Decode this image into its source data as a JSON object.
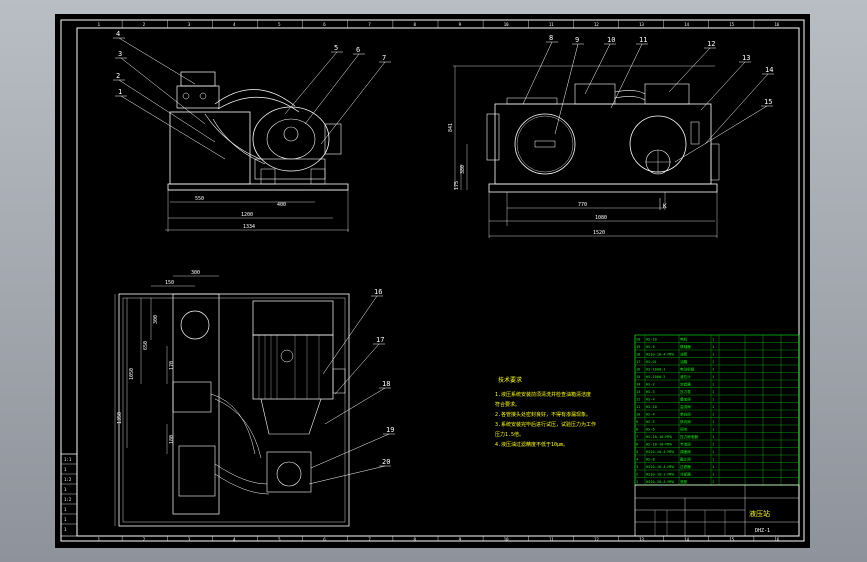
{
  "drawing": {
    "border_zone_numbers": [
      "1",
      "2",
      "3",
      "4",
      "5",
      "6",
      "7",
      "8",
      "9",
      "10",
      "11",
      "12",
      "13",
      "14",
      "15",
      "16"
    ],
    "front_view": {
      "balloons": [
        "4",
        "3",
        "2",
        "1",
        "5",
        "6",
        "7"
      ],
      "dims": [
        "550",
        "400",
        "1200",
        "1334"
      ]
    },
    "side_view": {
      "balloons": [
        "8",
        "9",
        "10",
        "11",
        "12",
        "13",
        "14",
        "15"
      ],
      "dims_vertical": [
        "841",
        "380",
        "175"
      ],
      "dims": [
        "770",
        "1080",
        "1520"
      ],
      "section_mark": "K"
    },
    "top_view": {
      "balloons": [
        "16",
        "17",
        "18",
        "19",
        "20"
      ],
      "dims": [
        "300",
        "150",
        "300",
        "650",
        "1050",
        "1350",
        "170",
        "180"
      ]
    },
    "notes": {
      "title": "技术要求",
      "lines": [
        "1.液压系统安装前须清洗并检查油箱清洁度",
        "  符合要求。",
        "2.各管接头处密封良好，不得有渗漏现象。",
        "3.系统安装完毕后进行试压，试验压力为工作",
        "  压力1.5倍。",
        "4.液压油过滤精度不低于10μm。"
      ]
    },
    "bom": {
      "rows": [
        [
          "20",
          "HS-10",
          "电机",
          "1"
        ],
        [
          "19",
          "HS-9",
          "联轴器",
          "1"
        ],
        [
          "18",
          "HS10-10-4-MPA",
          "油泵",
          "1"
        ],
        [
          "17",
          "HS-01",
          "油箱",
          "1"
        ],
        [
          "16",
          "HS-1000-1",
          "电动机组",
          "1"
        ],
        [
          "15",
          "HS-1000-2",
          "液位计",
          "1"
        ],
        [
          "14",
          "HS-2",
          "空滤器",
          "1"
        ],
        [
          "13",
          "HS-3",
          "压力表",
          "1"
        ],
        [
          "12",
          "HS-4",
          "叠加阀",
          "1"
        ],
        [
          "11",
          "HS-10",
          "溢流阀",
          "1"
        ],
        [
          "10",
          "HS-4",
          "单向阀",
          "1"
        ],
        [
          "9",
          "HS-5",
          "换向阀",
          "1"
        ],
        [
          "8",
          "HS-6",
          "阀块",
          "1"
        ],
        [
          "7",
          "HS-10-10-MPA",
          "压力继电器",
          "1"
        ],
        [
          "6",
          "HS-10-10-MPA",
          "节流阀",
          "1"
        ],
        [
          "5",
          "HS10-10-4-MPA",
          "调速阀",
          "1"
        ],
        [
          "4",
          "HS-8",
          "截止阀",
          "1"
        ],
        [
          "3",
          "HS10-10-4-MPA",
          "过滤器",
          "1"
        ],
        [
          "2",
          "HS10-10-1-MPA",
          "冷却器",
          "1"
        ],
        [
          "1",
          "HS10-10-4-MPA",
          "底座",
          "1"
        ]
      ]
    },
    "title_block": {
      "name": "液压站",
      "code": "DHZ-1"
    },
    "left_strip": [
      "1:1",
      "1",
      "1:2",
      "1",
      "1:2",
      "1",
      "1",
      "1"
    ]
  }
}
